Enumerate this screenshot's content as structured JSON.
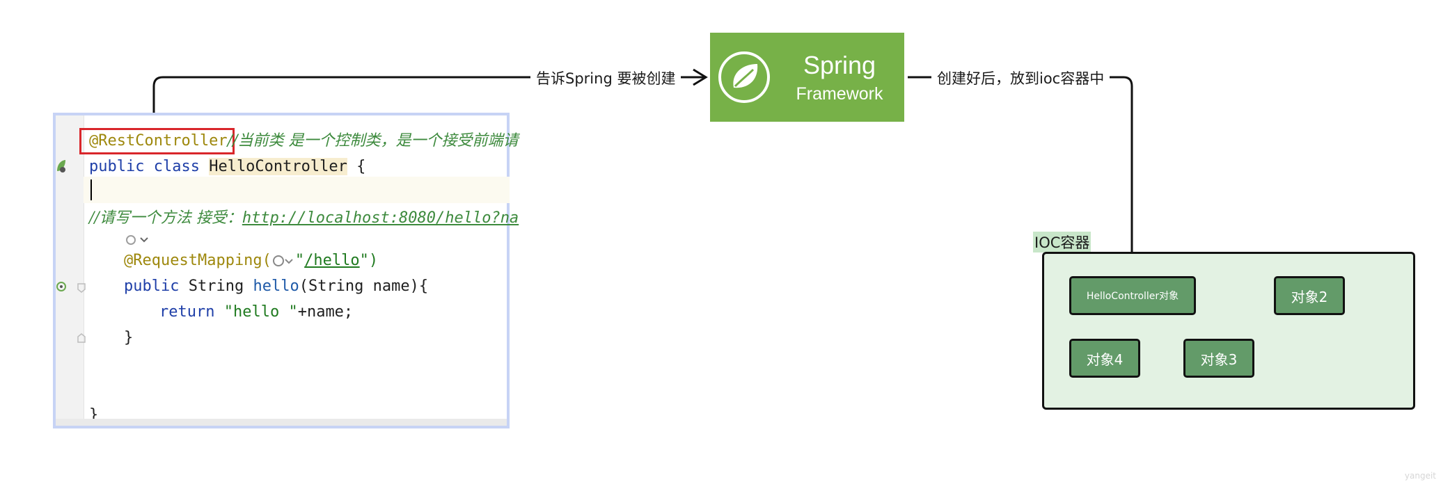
{
  "code": {
    "annotation": "@RestController",
    "comment1": "//当前类 是一个控制类，是一个接受前端请",
    "class_kw": "public class",
    "class_name": "HelloController",
    "class_brace": "{",
    "comment2_prefix": "//请写一个方法 接受：",
    "comment2_link": "http://localhost:8080/hello?na",
    "mapping_annotation": "@RequestMapping(",
    "mapping_quote_open": "\"",
    "mapping_path": "/hello",
    "mapping_close": "\")",
    "method_kw": "public",
    "method_type": "String",
    "method_name": "hello",
    "method_params": "(String name){",
    "return_kw": "return",
    "return_str": "\"hello \"",
    "return_rest": "+name;",
    "close_method": "}",
    "close_class": "}"
  },
  "arrows": {
    "label_tell": "告诉Spring 要被创建",
    "label_after": "创建好后，放到ioc容器中"
  },
  "spring_logo": {
    "word": "Spring",
    "subword": "Framework",
    "color": "#77b148"
  },
  "ioc": {
    "title": "IOC容器",
    "objects": [
      "HelloController对象",
      "对象2",
      "对象4",
      "对象3"
    ]
  },
  "watermark": "yangeit"
}
